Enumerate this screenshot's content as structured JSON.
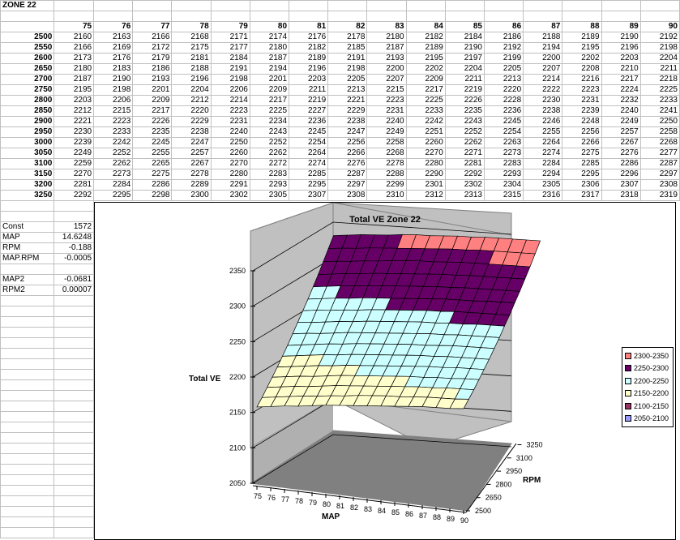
{
  "sheet": {
    "title": "ZONE 22",
    "col_headers": [
      "75",
      "76",
      "77",
      "78",
      "79",
      "80",
      "81",
      "82",
      "83",
      "84",
      "85",
      "86",
      "87",
      "88",
      "89",
      "90"
    ],
    "rows": [
      {
        "rpm": "2500",
        "values": [
          "2160",
          "2163",
          "2166",
          "2168",
          "2171",
          "2174",
          "2176",
          "2178",
          "2180",
          "2182",
          "2184",
          "2186",
          "2188",
          "2189",
          "2190",
          "2192"
        ]
      },
      {
        "rpm": "2550",
        "values": [
          "2166",
          "2169",
          "2172",
          "2175",
          "2177",
          "2180",
          "2182",
          "2185",
          "2187",
          "2189",
          "2190",
          "2192",
          "2194",
          "2195",
          "2196",
          "2198"
        ]
      },
      {
        "rpm": "2600",
        "values": [
          "2173",
          "2176",
          "2179",
          "2181",
          "2184",
          "2187",
          "2189",
          "2191",
          "2193",
          "2195",
          "2197",
          "2199",
          "2200",
          "2202",
          "2203",
          "2204"
        ]
      },
      {
        "rpm": "2650",
        "values": [
          "2180",
          "2183",
          "2186",
          "2188",
          "2191",
          "2194",
          "2196",
          "2198",
          "2200",
          "2202",
          "2204",
          "2205",
          "2207",
          "2208",
          "2210",
          "2211"
        ]
      },
      {
        "rpm": "2700",
        "values": [
          "2187",
          "2190",
          "2193",
          "2196",
          "2198",
          "2201",
          "2203",
          "2205",
          "2207",
          "2209",
          "2211",
          "2213",
          "2214",
          "2216",
          "2217",
          "2218"
        ]
      },
      {
        "rpm": "2750",
        "values": [
          "2195",
          "2198",
          "2201",
          "2204",
          "2206",
          "2209",
          "2211",
          "2213",
          "2215",
          "2217",
          "2219",
          "2220",
          "2222",
          "2223",
          "2224",
          "2225"
        ]
      },
      {
        "rpm": "2800",
        "values": [
          "2203",
          "2206",
          "2209",
          "2212",
          "2214",
          "2217",
          "2219",
          "2221",
          "2223",
          "2225",
          "2226",
          "2228",
          "2230",
          "2231",
          "2232",
          "2233"
        ]
      },
      {
        "rpm": "2850",
        "values": [
          "2212",
          "2215",
          "2217",
          "2220",
          "2223",
          "2225",
          "2227",
          "2229",
          "2231",
          "2233",
          "2235",
          "2236",
          "2238",
          "2239",
          "2240",
          "2241"
        ]
      },
      {
        "rpm": "2900",
        "values": [
          "2221",
          "2223",
          "2226",
          "2229",
          "2231",
          "2234",
          "2236",
          "2238",
          "2240",
          "2242",
          "2243",
          "2245",
          "2246",
          "2248",
          "2249",
          "2250"
        ]
      },
      {
        "rpm": "2950",
        "values": [
          "2230",
          "2233",
          "2235",
          "2238",
          "2240",
          "2243",
          "2245",
          "2247",
          "2249",
          "2251",
          "2252",
          "2254",
          "2255",
          "2256",
          "2257",
          "2258"
        ]
      },
      {
        "rpm": "3000",
        "values": [
          "2239",
          "2242",
          "2245",
          "2247",
          "2250",
          "2252",
          "2254",
          "2256",
          "2258",
          "2260",
          "2262",
          "2263",
          "2264",
          "2266",
          "2267",
          "2268"
        ]
      },
      {
        "rpm": "3050",
        "values": [
          "2249",
          "2252",
          "2255",
          "2257",
          "2260",
          "2262",
          "2264",
          "2266",
          "2268",
          "2270",
          "2271",
          "2273",
          "2274",
          "2275",
          "2276",
          "2277"
        ]
      },
      {
        "rpm": "3100",
        "values": [
          "2259",
          "2262",
          "2265",
          "2267",
          "2270",
          "2272",
          "2274",
          "2276",
          "2278",
          "2280",
          "2281",
          "2283",
          "2284",
          "2285",
          "2286",
          "2287"
        ]
      },
      {
        "rpm": "3150",
        "values": [
          "2270",
          "2273",
          "2275",
          "2278",
          "2280",
          "2283",
          "2285",
          "2287",
          "2288",
          "2290",
          "2292",
          "2293",
          "2294",
          "2295",
          "2296",
          "2297"
        ]
      },
      {
        "rpm": "3200",
        "values": [
          "2281",
          "2284",
          "2286",
          "2289",
          "2291",
          "2293",
          "2295",
          "2297",
          "2299",
          "2301",
          "2302",
          "2304",
          "2305",
          "2306",
          "2307",
          "2308"
        ]
      },
      {
        "rpm": "3250",
        "values": [
          "2292",
          "2295",
          "2298",
          "2300",
          "2302",
          "2305",
          "2307",
          "2308",
          "2310",
          "2312",
          "2313",
          "2315",
          "2316",
          "2317",
          "2318",
          "2319"
        ]
      }
    ],
    "coefficients": [
      {
        "label": "Const",
        "value": "1572"
      },
      {
        "label": "MAP",
        "value": "14.6248"
      },
      {
        "label": "RPM",
        "value": "-0.188"
      },
      {
        "label": "MAP.RPM",
        "value": "-0.0005"
      },
      {
        "label": "",
        "value": ""
      },
      {
        "label": "MAP2",
        "value": "-0.0681"
      },
      {
        "label": "RPM2",
        "value": "0.00007"
      }
    ]
  },
  "chart_data": {
    "type": "surface",
    "title": "Total VE Zone 22",
    "zlabel": "Total VE",
    "xlabel": "MAP",
    "ylabel": "RPM",
    "x_ticks": [
      "75",
      "76",
      "77",
      "78",
      "79",
      "80",
      "81",
      "82",
      "83",
      "84",
      "85",
      "86",
      "87",
      "88",
      "89",
      "90"
    ],
    "y_ticks": [
      "2500",
      "2650",
      "2800",
      "2950",
      "3100",
      "3250"
    ],
    "z_ticks": [
      "2050",
      "2100",
      "2150",
      "2200",
      "2250",
      "2300",
      "2350"
    ],
    "zlim": [
      2050,
      2350
    ],
    "legend": [
      {
        "label": "2300-2350",
        "color": "#ff8080"
      },
      {
        "label": "2250-2300",
        "color": "#660066"
      },
      {
        "label": "2200-2250",
        "color": "#ccffff"
      },
      {
        "label": "2150-2200",
        "color": "#ffffcc"
      },
      {
        "label": "2100-2150",
        "color": "#993366"
      },
      {
        "label": "2050-2100",
        "color": "#9999ff"
      }
    ],
    "series_source": "sheet.rows (RPM 2500-3250 × MAP 75-90)"
  }
}
